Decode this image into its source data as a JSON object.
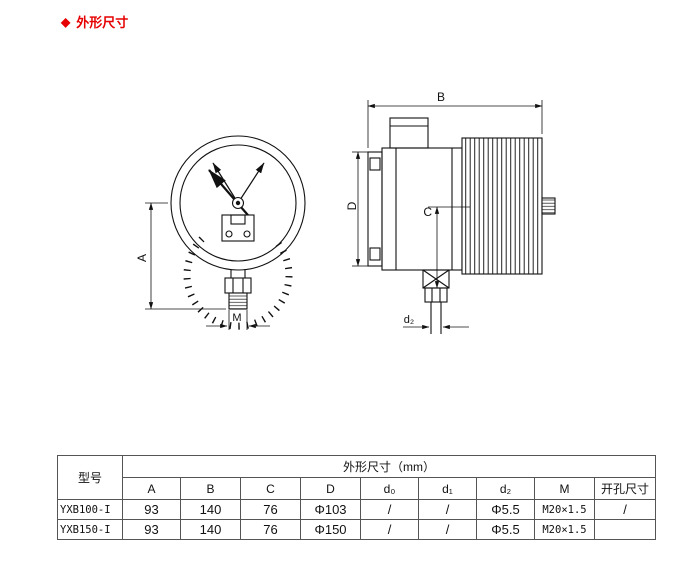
{
  "header": {
    "bullet": "◆",
    "title": "外形尺寸"
  },
  "drawing": {
    "front_view": {
      "dim_a": "A",
      "dim_m": "M"
    },
    "side_view": {
      "dim_b": "B",
      "dim_c": "C",
      "dim_d": "D",
      "dim_d2": "d₂"
    }
  },
  "table": {
    "model_header": "型号",
    "group_header": "外形尺寸（mm）",
    "columns": [
      "A",
      "B",
      "C",
      "D",
      "d₀",
      "d₁",
      "d₂",
      "M",
      "开孔尺寸"
    ],
    "rows": [
      {
        "model": "YXB100-I",
        "values": [
          "93",
          "140",
          "76",
          "Φ103",
          "/",
          "/",
          "Φ5.5",
          "M20×1.5",
          "/"
        ]
      },
      {
        "model": "YXB150-I",
        "values": [
          "93",
          "140",
          "76",
          "Φ150",
          "/",
          "/",
          "Φ5.5",
          "M20×1.5",
          ""
        ]
      }
    ]
  }
}
